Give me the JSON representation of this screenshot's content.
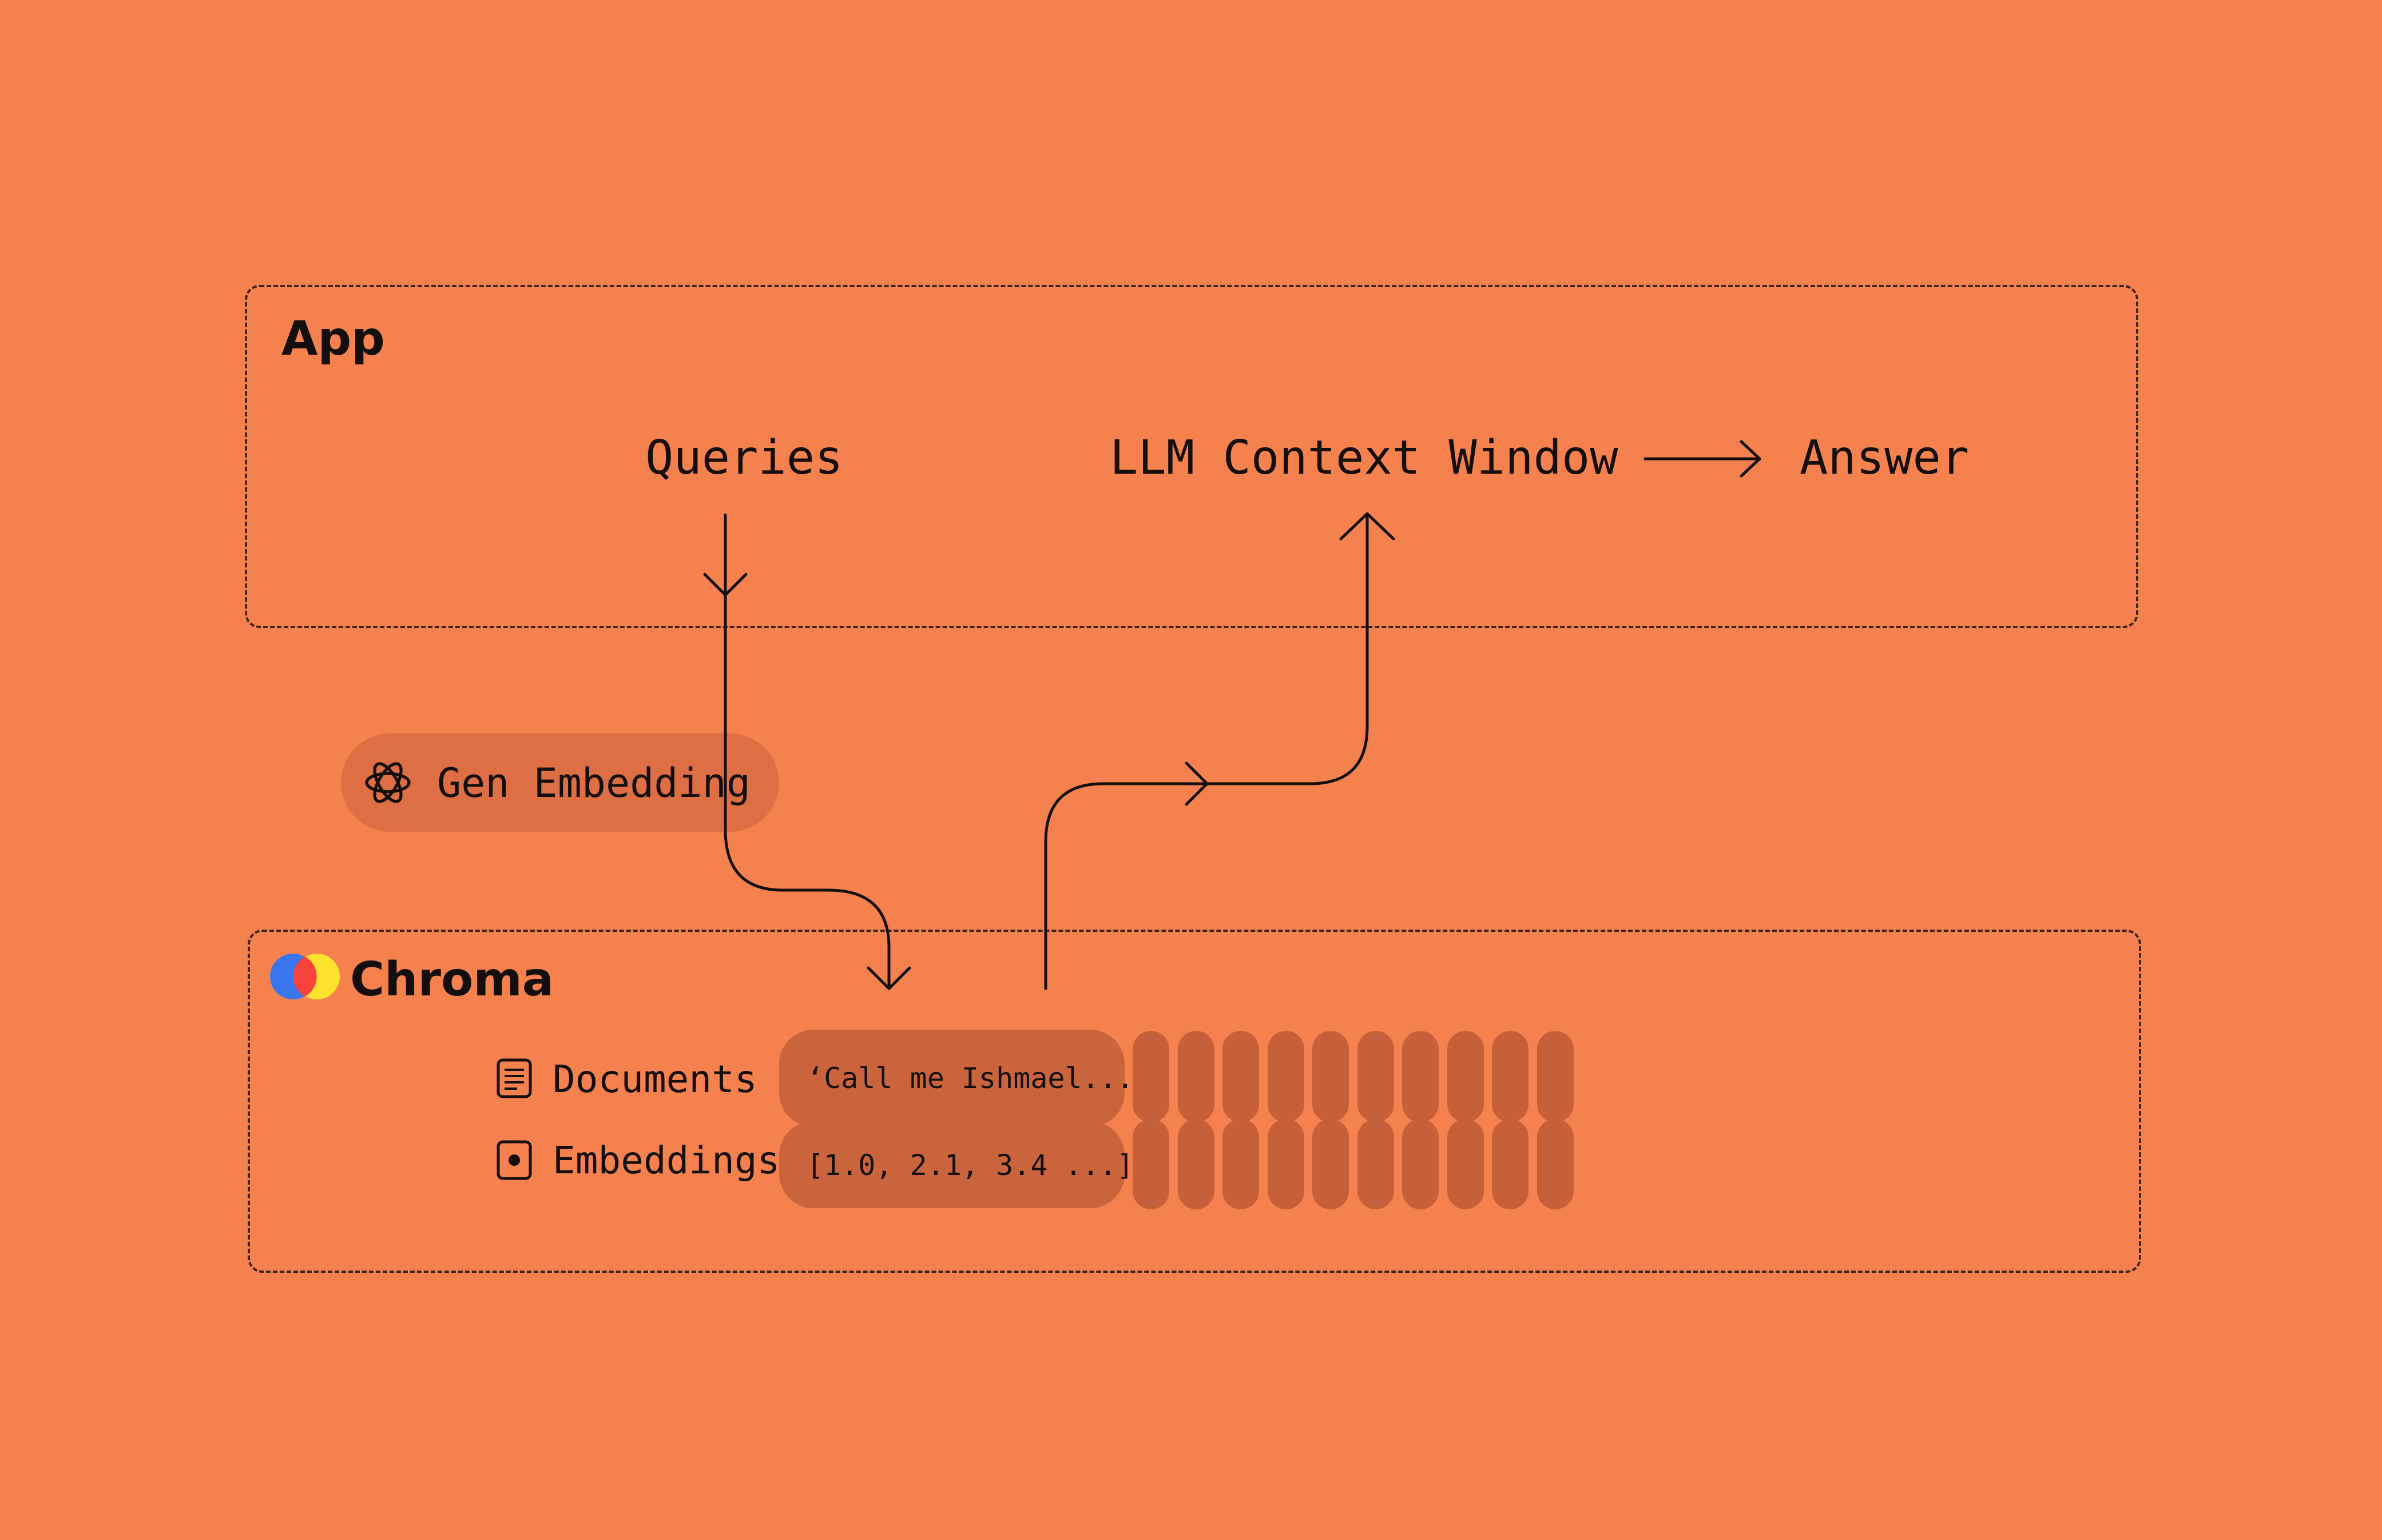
{
  "app": {
    "title": "App",
    "queries": "Queries",
    "context_window": "LLM Context Window",
    "answer": "Answer"
  },
  "gen_embedding": {
    "label": "Gen Embedding",
    "icon": "openai-logo-icon"
  },
  "chroma": {
    "title": "Chroma",
    "logo_icon": "chroma-logo-icon",
    "logo_colors": [
      "#3A75F0",
      "#F8433C",
      "#FDE32E"
    ],
    "documents_label": "Documents",
    "documents_icon": "document-icon",
    "embeddings_label": "Embeddings",
    "embeddings_icon": "embedding-icon",
    "document_cell": "‘Call me Ishmael...",
    "embedding_cell": "[1.0, 2.1, 3.4 ...]"
  },
  "colors": {
    "background": "#F5814F",
    "pill": "#DE6E44",
    "cell": "#C9643D",
    "line": "#140f0d"
  }
}
